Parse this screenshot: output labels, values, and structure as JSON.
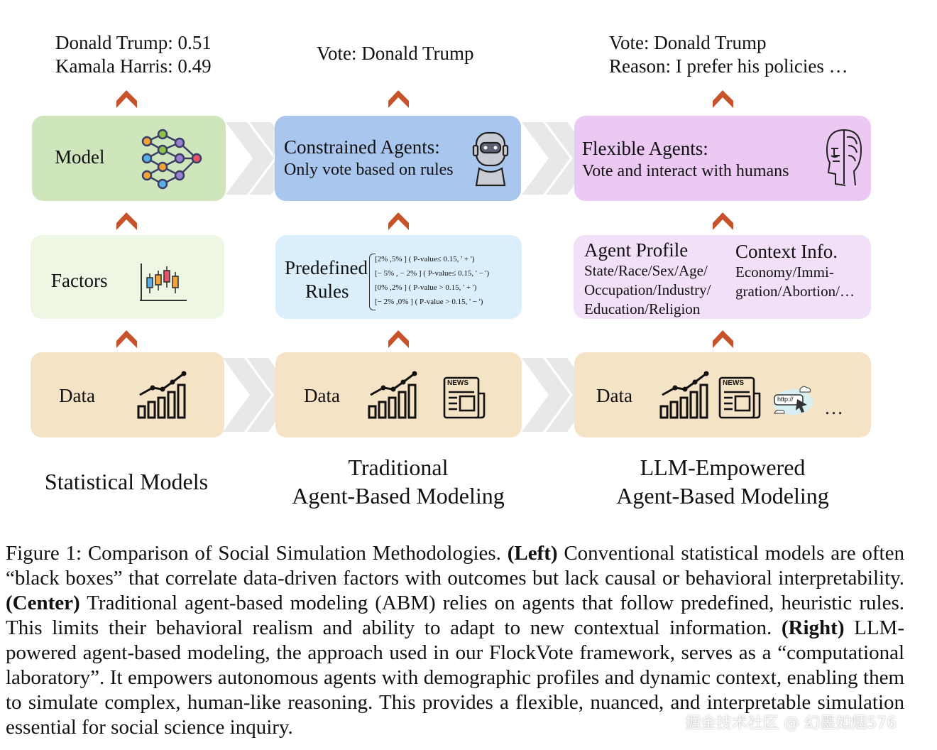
{
  "columns": {
    "left": {
      "outputs": [
        "Donald Trump: 0.51",
        "Kamala Harris: 0.49"
      ],
      "model_label": "Model",
      "factors_label": "Factors",
      "data_label": "Data",
      "title": "Statistical Models"
    },
    "center": {
      "output": "Vote: Donald Trump",
      "agent_title": "Constrained Agents:",
      "agent_desc": "Only vote based on rules",
      "rules_label_line1": "Predefined",
      "rules_label_line2": "Rules",
      "rules": [
        "[2% ,5% ]  ( P-value≤ 0.15,  ' + ')",
        "[− 5% , − 2% ]  ( P-value≤ 0.15,  ' − ')",
        "[0% ,2% ]  ( P-value > 0.15,  ' + ')",
        "[− 2% ,0% ]  ( P-value > 0.15,  ' − ')"
      ],
      "data_label": "Data",
      "title_line1": "Traditional",
      "title_line2": "Agent-Based Modeling"
    },
    "right": {
      "output_line1": "Vote: Donald Trump",
      "output_line2": "Reason: I prefer his policies …",
      "agent_title": "Flexible Agents:",
      "agent_desc": "Vote and interact with humans",
      "profile_title": "Agent Profile",
      "profile_lines": [
        "State/Race/Sex/Age/",
        "Occupation/Industry/",
        "Education/Religion"
      ],
      "context_title": "Context Info.",
      "context_lines": [
        "Economy/Immi-",
        "gration/Abortion/…"
      ],
      "data_label": "Data",
      "ellipsis": "…",
      "title_line1": "LLM-Empowered",
      "title_line2": "Agent-Based Modeling"
    }
  },
  "icons": {
    "news_text": "NEWS",
    "url_text": "http://"
  },
  "caption": {
    "prefix": "Figure 1: Comparison of Social Simulation Methodologies. ",
    "left_tag": "(Left)",
    "left_text": " Conventional statistical models are often “black boxes” that correlate data-driven factors with outcomes but lack causal or behavioral interpretability. ",
    "center_tag": "(Center)",
    "center_text": " Traditional agent-based modeling (ABM) relies on agents that follow predefined, heuristic rules. This limits their behavioral realism and ability to adapt to new contextual information. ",
    "right_tag": "(Right)",
    "right_text": " LLM-powered agent-based modeling, the approach used in our FlockVote framework, serves as a “computational laboratory”. It empowers autonomous agents with demographic profiles and dynamic context, enabling them to simulate complex, human-like reasoning. This provides a flexible, nuanced, and interpretable simulation essential for social science inquiry."
  },
  "watermark": "掘金技术社区 @ 幻墨如烟576",
  "colors": {
    "arrow": "#c8532b",
    "chevron": "#e6e6e6",
    "model_box": "#cfe6bd",
    "factors_box": "#eef6e4",
    "data_box": "#f5e3c6",
    "constrained_box": "#a9c6ee",
    "rules_box": "#dbeefb",
    "flexible_box": "#ecc9f3",
    "profile_box": "#f1e0f7"
  }
}
